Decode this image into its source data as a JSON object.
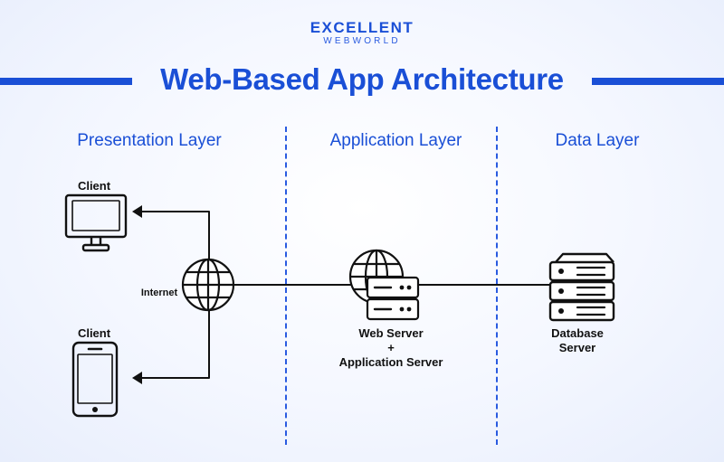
{
  "brand": {
    "line1": "EXCELLENT",
    "line2": "WEBWORLD"
  },
  "title": "Web-Based App Architecture",
  "layers": {
    "presentation": "Presentation Layer",
    "application": "Application Layer",
    "data": "Data Layer"
  },
  "nodes": {
    "client_desktop": "Client",
    "client_mobile": "Client",
    "internet": "Internet",
    "web_server_line1": "Web Server",
    "web_server_plus": "+",
    "web_server_line2": "Application Server",
    "database_line1": "Database",
    "database_line2": "Server"
  },
  "icons": [
    "monitor-icon",
    "smartphone-icon",
    "globe-icon",
    "server-icon",
    "database-server-icon"
  ],
  "colors": {
    "accent": "#1a4fd6",
    "ink": "#111111"
  }
}
